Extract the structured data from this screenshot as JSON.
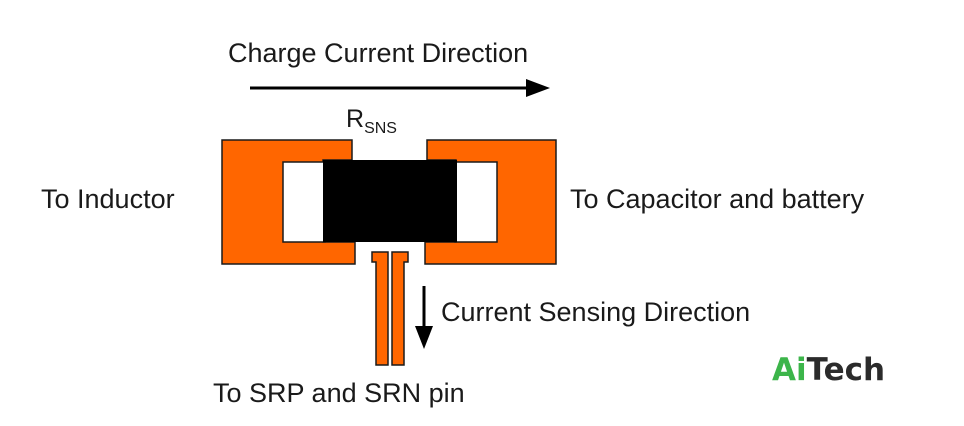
{
  "labels": {
    "charge_direction": "Charge Current Direction",
    "resistor_main": "R",
    "resistor_sub": "SNS",
    "left_terminal": "To Inductor",
    "right_terminal": "To Capacitor and battery",
    "sensing_direction": "Current Sensing Direction",
    "bottom_pins": "To SRP and SRN pin"
  },
  "logo": {
    "part1": "Ai",
    "part2": "Tech",
    "color1": "#3cb54a",
    "color2": "#2b2b2b"
  },
  "colors": {
    "copper": "#ff6600",
    "resistor": "#000000",
    "outline": "#1a1a1a",
    "background": "#ffffff"
  }
}
